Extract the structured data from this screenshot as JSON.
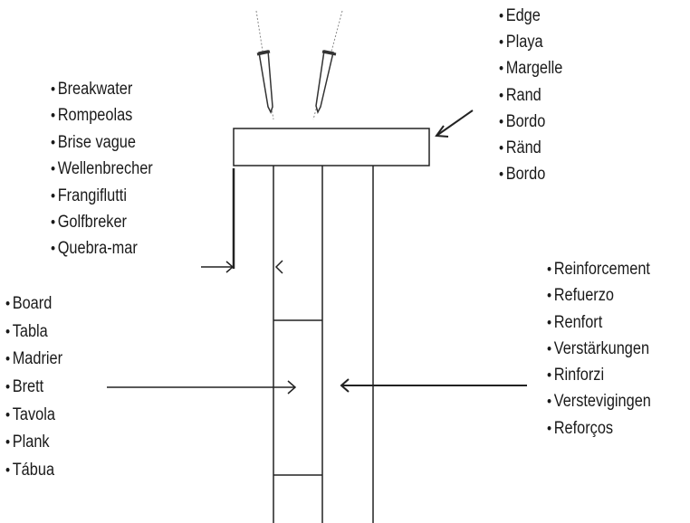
{
  "colors": {
    "ink": "#1a1a1a",
    "stroke": "#222222",
    "background": "#ffffff"
  },
  "diagram": {
    "parts": [
      "cap-board",
      "vertical-board",
      "reinforcement-board",
      "nails"
    ]
  },
  "labels": {
    "edge": [
      "Edge",
      "Playa",
      "Margelle",
      "Rand",
      "Bordo",
      "Ränd",
      "Bordo"
    ],
    "breakwater": [
      "Breakwater",
      "Rompeolas",
      "Brise vague",
      "Wellenbrecher",
      "Frangiflutti",
      "Golfbreker",
      "Quebra-mar"
    ],
    "board": [
      "Board",
      "Tabla",
      "Madrier",
      "Brett",
      "Tavola",
      "Plank",
      "Tábua"
    ],
    "reinforcement": [
      "Reinforcement",
      "Refuerzo",
      "Renfort",
      "Verstärkungen",
      "Rinforzi",
      "Verstevigingen",
      "Reforços"
    ]
  }
}
